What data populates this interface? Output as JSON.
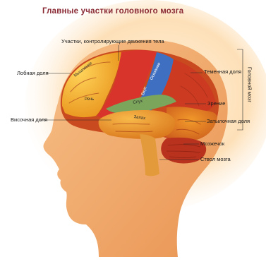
{
  "title": "Главные участки головного мозга",
  "labels": {
    "motor_areas": "Участки, контролирующие движения тела",
    "frontal_lobe": "Лобная доля",
    "parietal_lobe": "Теменная доля",
    "vision": "Зрение",
    "temporal_lobe": "Височная доля",
    "occipital_lobe": "Затылочная доля",
    "cerebellum": "Мозжечок",
    "brainstem": "Ствол мозга",
    "cerebrum_bracket": "Головной мозг"
  },
  "brain_labels": {
    "thinking": "Мышление",
    "speech": "Речь",
    "taste": "Вкус",
    "touch": "Осязание",
    "hearing": "Слух",
    "smell": "Запах"
  },
  "colors": {
    "title": "#8a2a34",
    "frontal": "#f2a51c",
    "motor": "#d8342c",
    "sensory": "#3f6fc0",
    "temporal": "#e58a1e",
    "hearing_band": "#7aa55a",
    "occipital": "#d86c1a",
    "cerebellum": "#b8321e",
    "brainstem": "#e39a3a",
    "skin": "#f3ab6a",
    "halo": "#fcdcae"
  }
}
